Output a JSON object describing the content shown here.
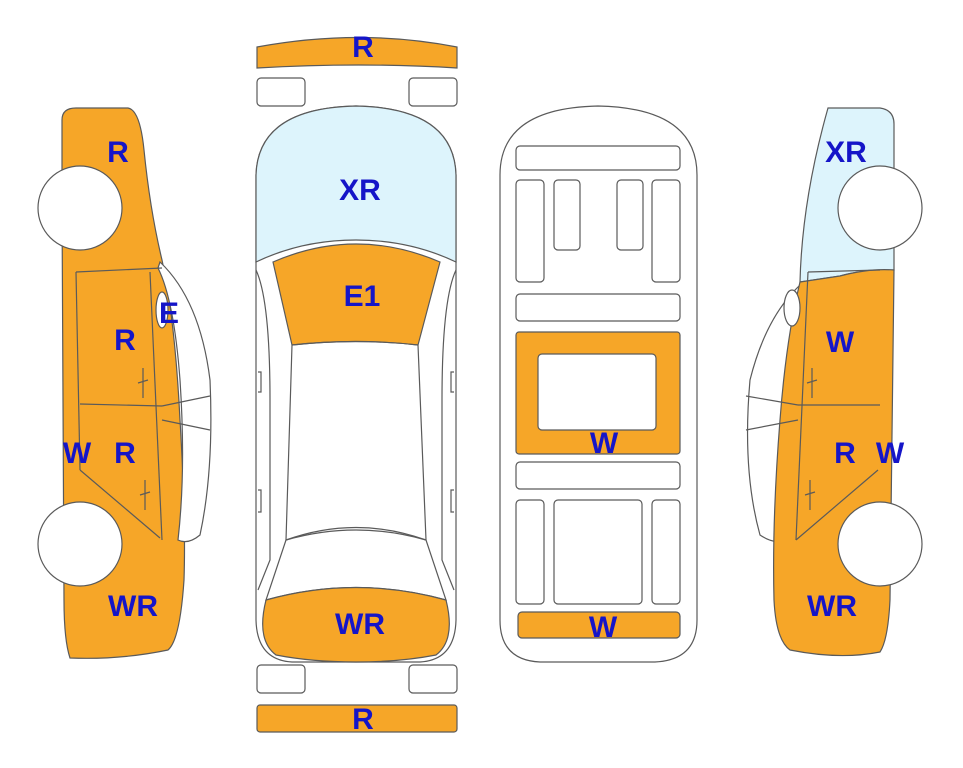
{
  "colors": {
    "damage_fill": "#F6A628",
    "glass_fill": "#DDF4FC",
    "outline": "#5a5a5a",
    "label": "#1515C8",
    "background": "#ffffff"
  },
  "labels": {
    "front_bumper": "R",
    "rear_bumper": "R",
    "windshield": "XR",
    "hood": "E1",
    "roof_front": "WR",
    "interior_floor": "W",
    "interior_rear": "W",
    "left_front_fender": "R",
    "left_mirror": "E",
    "left_front_door": "R",
    "left_rear_door": "R",
    "left_side": "W",
    "left_rear_quarter": "WR",
    "right_front_glass": "XR",
    "right_front_door": "W",
    "right_rear_door": "R",
    "right_side": "W",
    "right_rear_quarter": "WR"
  }
}
